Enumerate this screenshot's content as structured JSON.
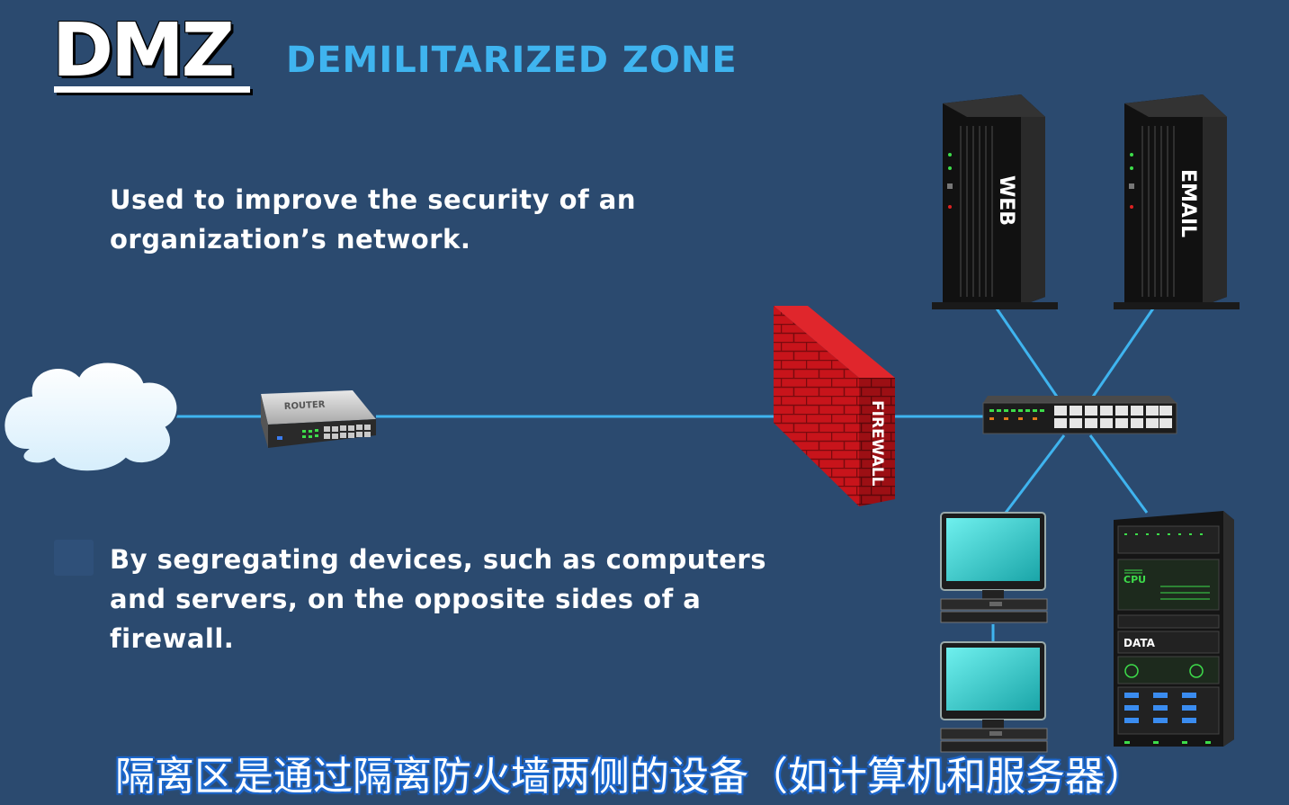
{
  "header": {
    "title": "DMZ",
    "subtitle": "DEMILITARIZED ZONE"
  },
  "content": {
    "paragraph_1": "Used to improve the security of an organization’s network.",
    "paragraph_2": "By segregating devices, such as computers and servers, on the opposite sides of a firewall."
  },
  "diagram": {
    "router_label": "ROUTER",
    "firewall_label": "FIREWALL",
    "web_server_label": "WEB",
    "email_server_label": "EMAIL",
    "rack_cpu_label": "CPU",
    "rack_data_label": "DATA",
    "colors": {
      "background": "#2b4a6f",
      "link": "#3fb4ef",
      "firewall": "#c8141b",
      "monitor_screen": "#2ec6c6"
    }
  },
  "subtitle_caption": "隔离区是通过隔离防火墙两侧的设备（如计算机和服务器）"
}
